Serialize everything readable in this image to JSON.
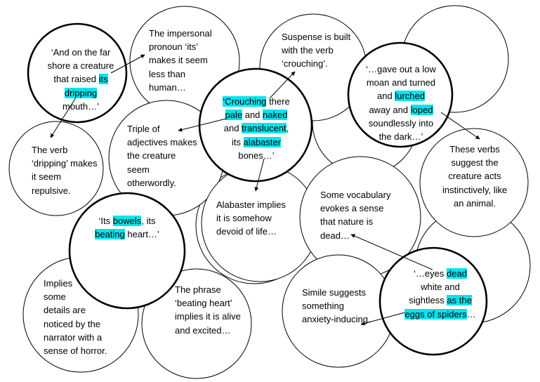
{
  "quotes": {
    "dripping": [
      "‘And on the far",
      "shore a creature",
      "that raised |its|",
      "|dripping|",
      "mouth…’"
    ],
    "crouching": [
      "|‘Crouching| there",
      "|pale| and |naked|",
      "and |translucent|,",
      "its |alabaster|",
      "bones…’"
    ],
    "lurched": [
      "‘…gave out a low",
      "moan and turned",
      "and |lurched|",
      "away and |loped|",
      "soundlessly into",
      "the dark…’"
    ],
    "bowels": [
      "‘Its |bowels|, its",
      "|beating| heart…’"
    ],
    "dead": [
      "‘…eyes |dead|",
      "white and",
      "sightless |as the|",
      "|eggs of spiders|…"
    ]
  },
  "notes": {
    "impersonal": [
      "The impersonal",
      "pronoun ‘its’",
      "makes it seem",
      "less than",
      "human…"
    ],
    "suspense": [
      "Suspense is built",
      "with the verb",
      "‘crouching’."
    ],
    "verb_dripping": [
      "The verb",
      "‘dripping’ makes",
      "it seem",
      "repulsive."
    ],
    "triple": [
      "Triple of",
      "adjectives makes",
      "the creature",
      "seem",
      "otherwordly."
    ],
    "these_verbs": [
      "These verbs",
      "suggest the",
      "creature acts",
      "instinctively, like",
      "an animal."
    ],
    "alabaster": [
      "Alabaster implies",
      "it is somehow",
      "devoid of life…"
    ],
    "vocabulary": [
      "Some vocabulary",
      "evokes a sense",
      "that nature is",
      "dead…"
    ],
    "implies": [
      "Implies",
      "some",
      "details are",
      "noticed by the",
      "narrator with a",
      "sense of horror."
    ],
    "beating": [
      "The phrase",
      "‘beating heart’",
      "implies it is alive",
      "and excited…"
    ],
    "simile": [
      "Simile suggests",
      "something",
      "anxiety-inducing."
    ]
  },
  "colors": {
    "highlight": "#00e5ef",
    "outline": "#000000",
    "background": "#ffffff"
  }
}
